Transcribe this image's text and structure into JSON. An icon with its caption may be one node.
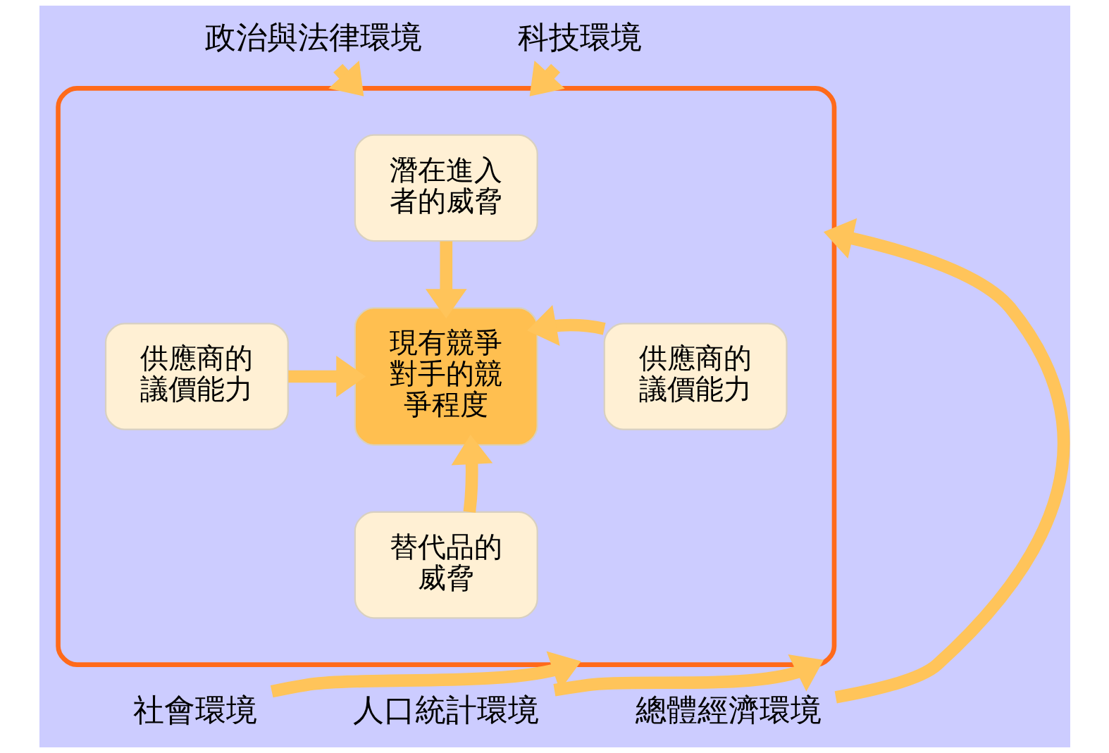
{
  "diagram": {
    "nodes": [
      {
        "text": [],
        "shape": "ellipse"
      },
      {
        "text": [
          "潛在進入者的威脅"
        ],
        "in": 0
      },
      {
        "text": [
          "供應商的議價能力"
        ],
        "in": 0
      },
      {
        "text": [
          "現有競爭對手的競爭程度"
        ],
        "in": 0
      },
      {
        "text": [
          "供應商的議價能力"
        ],
        "in": 0
      },
      {
        "text": [
          "替代品的威脅"
        ],
        "in": 0
      },
      {
        "text": [
          "政治與法律環境"
        ]
      },
      {
        "text": [
          "科技環境"
        ]
      },
      {
        "text": [
          "社會環境"
        ]
      },
      {
        "text": [
          "人口統計環境"
        ]
      },
      {
        "text": [
          "總體經濟環境"
        ]
      }
    ],
    "edges": [
      {
        "from": 1,
        "to": 3,
        "arrow": "to"
      },
      {
        "from": 2,
        "to": 3,
        "arrow": "to"
      },
      {
        "from": 4,
        "to": 3,
        "arrow": "to"
      },
      {
        "from": 5,
        "to": 3,
        "arrow": "to"
      },
      {
        "from": 6,
        "to": 0,
        "arrow": "to"
      },
      {
        "from": 7,
        "to": 0,
        "arrow": "to"
      },
      {
        "from": 8,
        "to": 0,
        "arrow": "to"
      },
      {
        "from": 9,
        "to": 0,
        "arrow": "to"
      },
      {
        "from": 10,
        "to": 0,
        "arrow": "to"
      }
    ]
  }
}
